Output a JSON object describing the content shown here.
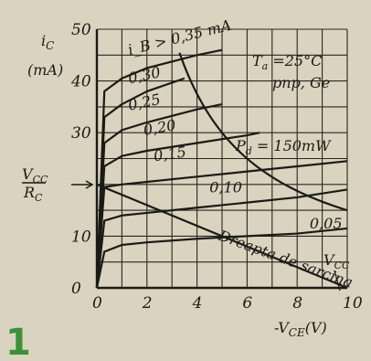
{
  "chart_data": {
    "type": "line",
    "title": "",
    "xlabel": "-V",
    "xlabel_sub": "CE",
    "xlabel_unit": "(V)",
    "ylabel_main": "i",
    "ylabel_sub": "C",
    "ylabel_unit": "(mA)",
    "xlim": [
      0,
      10
    ],
    "ylim": [
      0,
      50
    ],
    "x_ticks": [
      "0",
      "2",
      "4",
      "6",
      "8",
      "10"
    ],
    "y_ticks": [
      "0",
      "10",
      "20",
      "30",
      "40",
      "50"
    ],
    "y_special_label": {
      "num": "V",
      "num_sub": "CC",
      "den": "R",
      "den_sub": "C",
      "y": 20
    },
    "annotations": {
      "ta": "T",
      "ta_sub": "a",
      "ta_value": " =25°C",
      "type": "pnp, Ge",
      "pd": "P",
      "pd_sub": "d",
      "pd_value": " = 150mW",
      "load_line": "Dreapta de sarcina",
      "vcc": "V",
      "vcc_sub": "CC"
    },
    "series": [
      {
        "name": "i_B > 0,35 mA",
        "x": [
          0,
          0.3,
          1,
          2,
          4,
          5
        ],
        "y": [
          0,
          38,
          40.5,
          42.5,
          45,
          46
        ]
      },
      {
        "name": "0,30",
        "x": [
          0,
          0.3,
          1,
          2,
          3.5
        ],
        "y": [
          0,
          33,
          35.5,
          38,
          40.5
        ]
      },
      {
        "name": "0,25",
        "x": [
          0,
          0.3,
          1,
          2,
          4,
          5
        ],
        "y": [
          0,
          28,
          30.5,
          32,
          34.5,
          35.5
        ]
      },
      {
        "name": "0,20",
        "x": [
          0,
          0.3,
          1,
          2,
          4,
          6,
          6.5
        ],
        "y": [
          0,
          23.5,
          25.5,
          26.5,
          28,
          29.5,
          30
        ]
      },
      {
        "name": "0,15",
        "x": [
          0,
          0.3,
          1,
          2,
          4,
          6,
          8,
          10
        ],
        "y": [
          0,
          19.5,
          20,
          20.5,
          21.5,
          22.5,
          23.5,
          24.5
        ]
      },
      {
        "name": "0,10",
        "x": [
          0,
          0.3,
          1,
          2,
          4,
          6,
          8,
          10
        ],
        "y": [
          0,
          13,
          14,
          14.5,
          15.5,
          16.5,
          17.5,
          19
        ]
      },
      {
        "name": "0,05",
        "x": [
          0,
          0.3,
          1,
          2,
          4,
          6,
          8,
          10
        ],
        "y": [
          0,
          7,
          8.3,
          8.8,
          9.5,
          10,
          10.5,
          11.5
        ]
      }
    ],
    "load_line_data": {
      "x": [
        0,
        10
      ],
      "y": [
        20,
        0
      ]
    },
    "power_hyperbola": {
      "pd_mw": 150,
      "x_range": [
        3.3,
        10
      ]
    }
  },
  "figure_number": "1"
}
